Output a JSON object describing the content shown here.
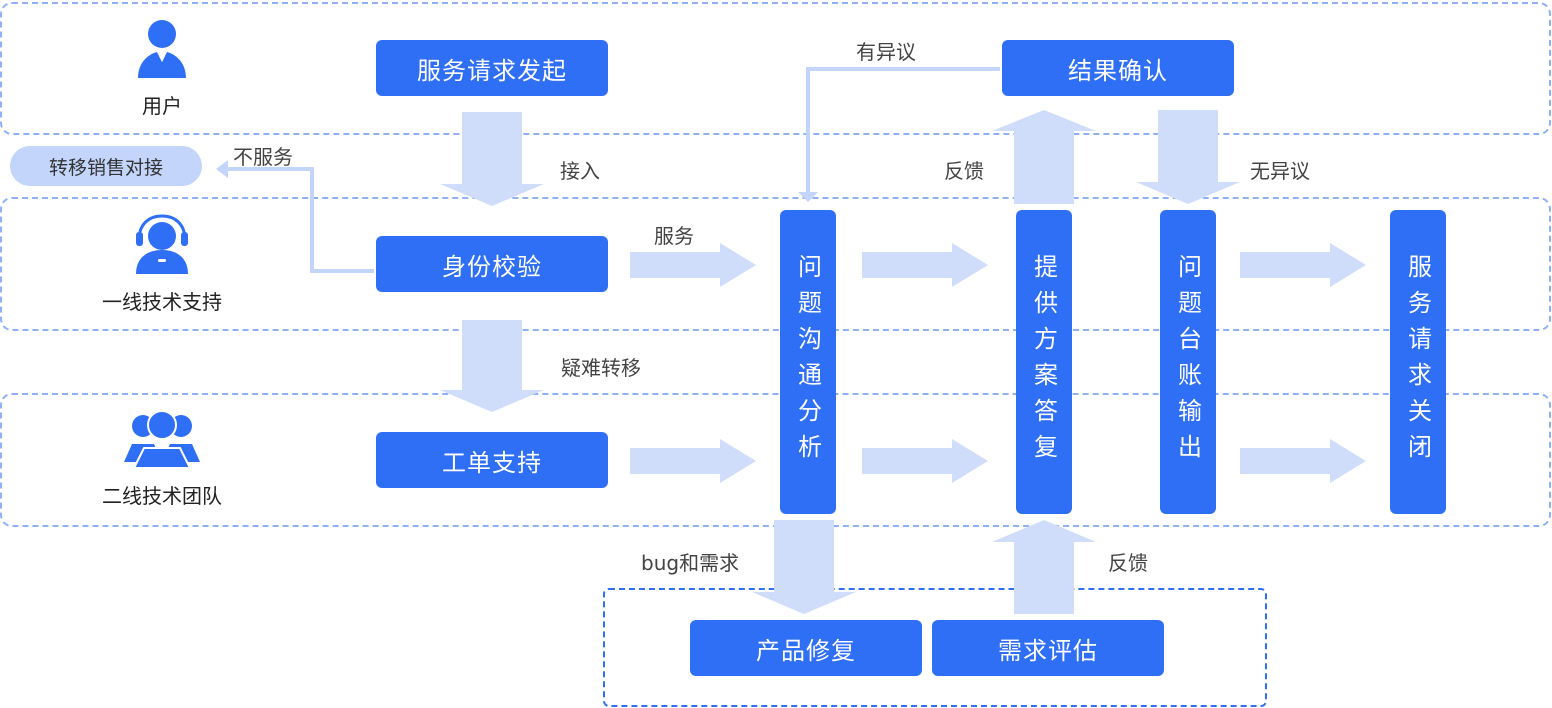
{
  "colors": {
    "primary": "#2f6ff5",
    "arrow": "#d0ddfa",
    "lane_border": "#8fb0f7",
    "pill": "#c3d5fb",
    "label_text": "#444444"
  },
  "roles": [
    {
      "name": "用户",
      "icon": "user-icon"
    },
    {
      "name": "一线技术支持",
      "icon": "headset-agent-icon"
    },
    {
      "name": "二线技术团队",
      "icon": "team-icon"
    }
  ],
  "nodes": {
    "request_start": "服务请求发起",
    "identity_check": "身份校验",
    "ticket_support": "工单支持",
    "result_confirm": "结果确认",
    "problem_analysis": "问题沟通分析",
    "solution_reply": "提供方案答复",
    "ledger_output": "问题台账输出",
    "request_close": "服务请求关闭",
    "product_fix": "产品修复",
    "requirement_eval": "需求评估",
    "transfer_sales": "转移销售对接"
  },
  "edge_labels": {
    "access": "接入",
    "no_service": "不服务",
    "service": "服务",
    "escalate": "疑难转移",
    "objection": "有异议",
    "feedback_up": "反馈",
    "no_objection": "无异议",
    "bug_and_req": "bug和需求",
    "feedback_bottom": "反馈"
  }
}
